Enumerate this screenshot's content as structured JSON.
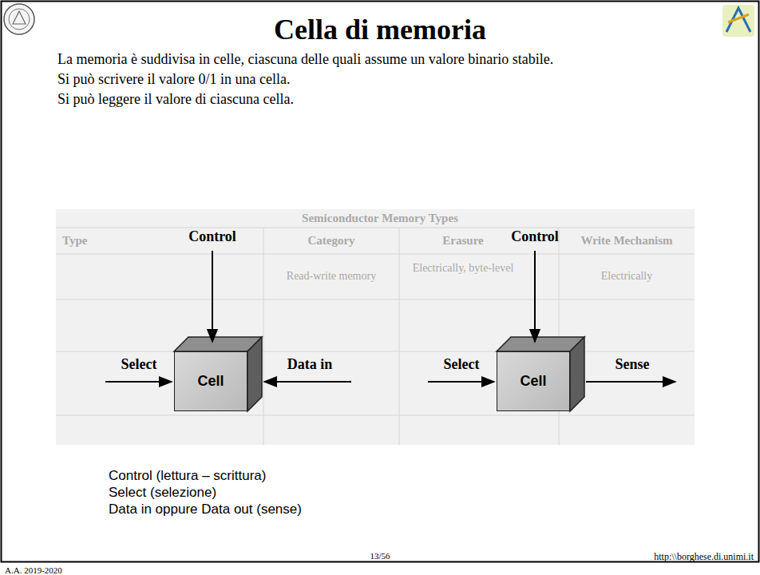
{
  "diagram": {
    "title": "Cella di memoria",
    "nodes": [
      {
        "text": [
          "Cell"
        ]
      },
      {
        "text": [
          "Cell"
        ]
      }
    ],
    "labels": [
      "La memoria è suddivisa in celle, ciascuna delle quali assume un valore binario stabile.",
      "Si può scrivere il valore 0/1 in una cella.",
      "Si può leggere il valore di ciascuna cella.",
      "Control",
      "Select",
      "Data in",
      "Control",
      "Select",
      "Sense",
      "Control (lettura – scrittura)",
      "Select (selezione)",
      "Data in oppure Data out (sense)",
      "A.A. 2019-2020",
      "13/56",
      "http:\\\\borghese.di.unimi.it",
      "Semiconductor Memory Types",
      "Type",
      "Category",
      "Erasure",
      "Write Mechanism",
      "Read-write memory",
      "Electrically, byte-level",
      "Electrically"
    ]
  }
}
